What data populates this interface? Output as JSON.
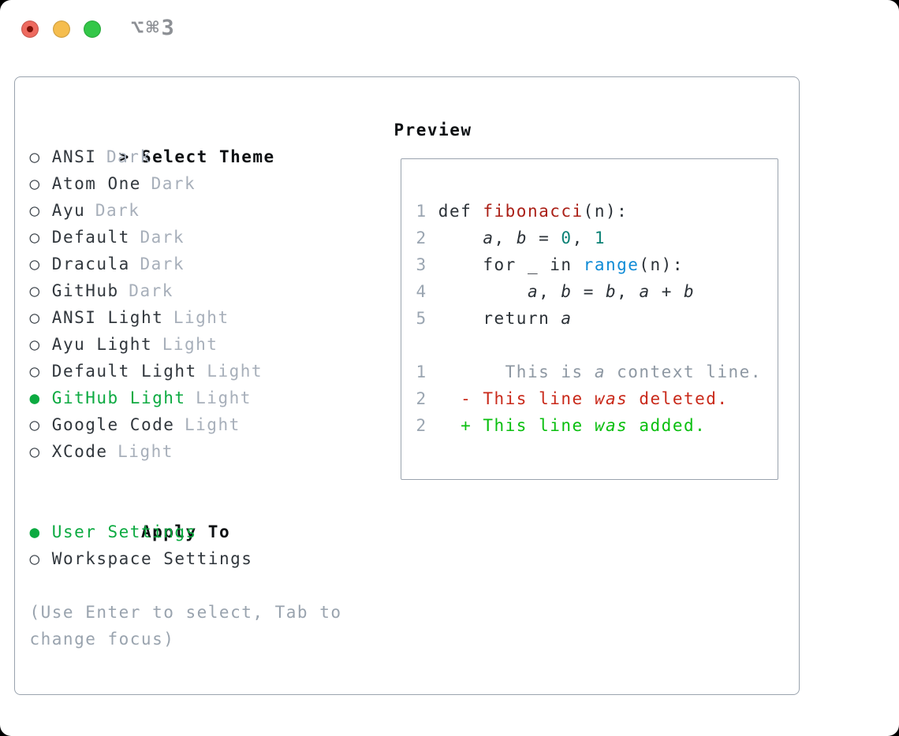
{
  "window": {
    "title": "⌥⌘3"
  },
  "colors": {
    "border": "#9aa3ae",
    "heading": "#0c0f12",
    "item": "#31373d",
    "muted": "#a7afba",
    "hint": "#99a3ae",
    "linenum": "#9aa5b1",
    "radio": "#3f464d",
    "selected-green": "#0caa41",
    "code-fg": "#2b3137",
    "func-red": "#aa1f16",
    "number-teal": "#0c8276",
    "builtin-blue": "#0f8bd6",
    "context-gray": "#8e98a3",
    "deleted-red": "#c9291a",
    "added-green": "#0abf0f",
    "titlebar-text": "#8d9095",
    "tl-red": "#ee6a5f",
    "tl-red-dot": "#7d1007",
    "tl-yellow": "#f5bd4e",
    "tl-green": "#33c748"
  },
  "theme_picker": {
    "prompt": ">",
    "title": "Select Theme",
    "themes": [
      {
        "label": "ANSI",
        "tag": "Dark",
        "selected": false
      },
      {
        "label": "Atom One",
        "tag": "Dark",
        "selected": false
      },
      {
        "label": "Ayu",
        "tag": "Dark",
        "selected": false
      },
      {
        "label": "Default",
        "tag": "Dark",
        "selected": false
      },
      {
        "label": "Dracula",
        "tag": "Dark",
        "selected": false
      },
      {
        "label": "GitHub",
        "tag": "Dark",
        "selected": false
      },
      {
        "label": "ANSI Light",
        "tag": "Light",
        "selected": false
      },
      {
        "label": "Ayu Light",
        "tag": "Light",
        "selected": false
      },
      {
        "label": "Default Light",
        "tag": "Light",
        "selected": false
      },
      {
        "label": "GitHub Light",
        "tag": "Light",
        "selected": true
      },
      {
        "label": "Google Code",
        "tag": "Light",
        "selected": false
      },
      {
        "label": "XCode",
        "tag": "Light",
        "selected": false
      }
    ]
  },
  "apply_to": {
    "title": "Apply To",
    "options": [
      {
        "label": "User Settings",
        "selected": true
      },
      {
        "label": "Workspace Settings",
        "selected": false
      }
    ]
  },
  "hint_lines": [
    "(Use Enter to select, Tab to",
    "change focus)"
  ],
  "preview": {
    "title": "Preview",
    "lines": [
      {
        "kind": "code",
        "num": "1",
        "tokens": [
          {
            "t": "def ",
            "s": "fg"
          },
          {
            "t": "fibonacci",
            "s": "func"
          },
          {
            "t": "(n):",
            "s": "fg"
          }
        ]
      },
      {
        "kind": "code",
        "num": "2",
        "tokens": [
          {
            "t": "    ",
            "s": "fg"
          },
          {
            "t": "a",
            "s": "var"
          },
          {
            "t": ", ",
            "s": "fg"
          },
          {
            "t": "b",
            "s": "var"
          },
          {
            "t": " = ",
            "s": "fg"
          },
          {
            "t": "0",
            "s": "num"
          },
          {
            "t": ", ",
            "s": "fg"
          },
          {
            "t": "1",
            "s": "num"
          }
        ]
      },
      {
        "kind": "code",
        "num": "3",
        "tokens": [
          {
            "t": "    for _ in ",
            "s": "fg"
          },
          {
            "t": "range",
            "s": "builtin"
          },
          {
            "t": "(n):",
            "s": "fg"
          }
        ]
      },
      {
        "kind": "code",
        "num": "4",
        "tokens": [
          {
            "t": "        ",
            "s": "fg"
          },
          {
            "t": "a",
            "s": "var"
          },
          {
            "t": ", ",
            "s": "fg"
          },
          {
            "t": "b",
            "s": "var"
          },
          {
            "t": " = ",
            "s": "fg"
          },
          {
            "t": "b",
            "s": "var"
          },
          {
            "t": ", ",
            "s": "fg"
          },
          {
            "t": "a",
            "s": "var"
          },
          {
            "t": " + ",
            "s": "fg"
          },
          {
            "t": "b",
            "s": "var"
          }
        ]
      },
      {
        "kind": "code",
        "num": "5",
        "tokens": [
          {
            "t": "    return ",
            "s": "fg"
          },
          {
            "t": "a",
            "s": "var"
          }
        ]
      },
      {
        "kind": "blank"
      },
      {
        "kind": "context",
        "num": "1",
        "tokens": [
          {
            "t": "      This is ",
            "s": "ctx"
          },
          {
            "t": "a",
            "s": "ctxvar"
          },
          {
            "t": " context line.",
            "s": "ctx"
          }
        ]
      },
      {
        "kind": "deleted",
        "num": "2",
        "tokens": [
          {
            "t": "  - This line ",
            "s": "del"
          },
          {
            "t": "was",
            "s": "delvar"
          },
          {
            "t": " deleted.",
            "s": "del"
          }
        ]
      },
      {
        "kind": "added",
        "num": "2",
        "tokens": [
          {
            "t": "  + This line ",
            "s": "add"
          },
          {
            "t": "was",
            "s": "addvar"
          },
          {
            "t": " added.",
            "s": "add"
          }
        ]
      }
    ]
  }
}
